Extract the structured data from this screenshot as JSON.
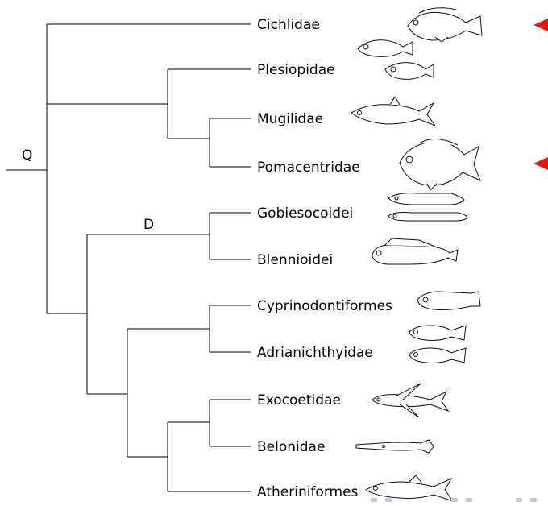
{
  "tree": {
    "root_label": "Q",
    "clade_label": "D",
    "taxa": [
      {
        "name": "Cichlidae",
        "icon": "cichlid-fish-icon",
        "marked": true
      },
      {
        "name": "Plesiopidae",
        "icon": "plesiopid-fish-icon",
        "marked": false
      },
      {
        "name": "Mugilidae",
        "icon": "mullet-fish-icon",
        "marked": false
      },
      {
        "name": "Pomacentridae",
        "icon": "damselfish-icon",
        "marked": true
      },
      {
        "name": "Gobiesocoidei",
        "icon": "clingfish-icon",
        "marked": false
      },
      {
        "name": "Blennioidei",
        "icon": "blenny-fish-icon",
        "marked": false
      },
      {
        "name": "Cyprinodontiformes",
        "icon": "killifish-icon",
        "marked": false
      },
      {
        "name": "Adrianichthyidae",
        "icon": "ricefish-icon",
        "marked": false
      },
      {
        "name": "Exocoetidae",
        "icon": "flying-fish-icon",
        "marked": false
      },
      {
        "name": "Belonidae",
        "icon": "needlefish-icon",
        "marked": false
      },
      {
        "name": "Atheriniformes",
        "icon": "silverside-fish-icon",
        "marked": false
      }
    ]
  },
  "colors": {
    "marker": "#e8140c",
    "line": "#000000",
    "nav": "#c8c8e6"
  }
}
